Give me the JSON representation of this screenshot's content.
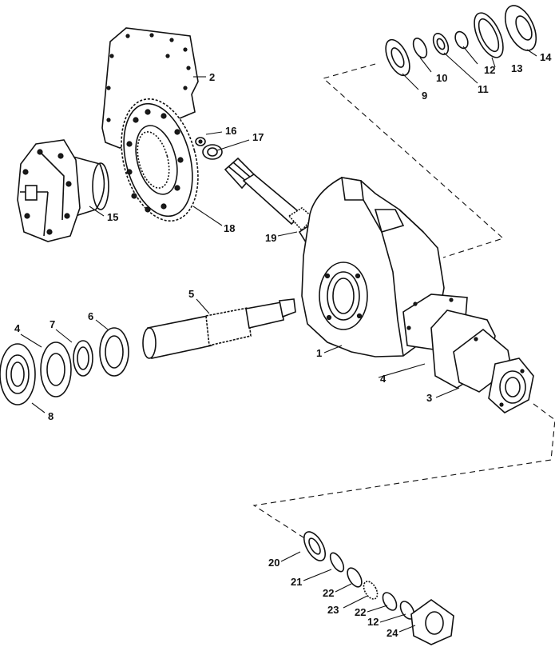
{
  "callouts": [
    {
      "id": "c1",
      "text": "1"
    },
    {
      "id": "c2",
      "text": "2"
    },
    {
      "id": "c3",
      "text": "3"
    },
    {
      "id": "c4a",
      "text": "4"
    },
    {
      "id": "c4b",
      "text": "4"
    },
    {
      "id": "c5",
      "text": "5"
    },
    {
      "id": "c6",
      "text": "6"
    },
    {
      "id": "c7",
      "text": "7"
    },
    {
      "id": "c8",
      "text": "8"
    },
    {
      "id": "c9",
      "text": "9"
    },
    {
      "id": "c10",
      "text": "10"
    },
    {
      "id": "c11",
      "text": "11"
    },
    {
      "id": "c12a",
      "text": "12"
    },
    {
      "id": "c12b",
      "text": "12"
    },
    {
      "id": "c13",
      "text": "13"
    },
    {
      "id": "c14",
      "text": "14"
    },
    {
      "id": "c15",
      "text": "15"
    },
    {
      "id": "c16",
      "text": "16"
    },
    {
      "id": "c17",
      "text": "17"
    },
    {
      "id": "c18",
      "text": "18"
    },
    {
      "id": "c19",
      "text": "19"
    },
    {
      "id": "c20",
      "text": "20"
    },
    {
      "id": "c21",
      "text": "21"
    },
    {
      "id": "c22a",
      "text": "22"
    },
    {
      "id": "c22b",
      "text": "22"
    },
    {
      "id": "c23",
      "text": "23"
    },
    {
      "id": "c24",
      "text": "24"
    }
  ]
}
